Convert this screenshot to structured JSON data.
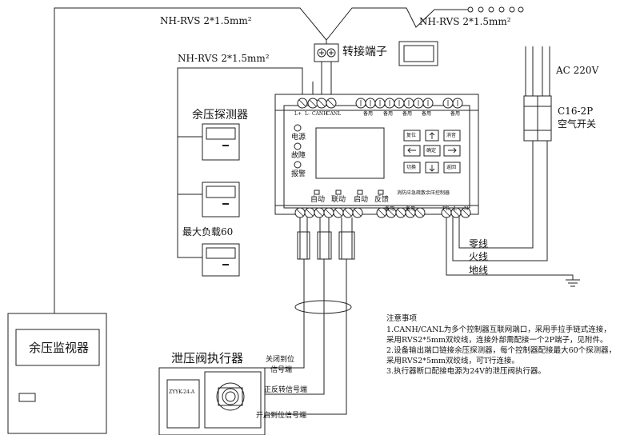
{
  "cables": {
    "top_left": "NH-RVS 2*1.5mm²",
    "top_right": "NH-RVS 2*1.5mm²",
    "left": "NH-RVS 2*1.5mm²"
  },
  "terminal_block_label": "转接端子",
  "power": {
    "ac": "AC 220V",
    "breaker": "C16-2P",
    "breaker_name": "空气开关",
    "neutral": "零线",
    "live": "火线",
    "ground": "地线"
  },
  "detector": {
    "label": "余压探测器",
    "max_load": "最大负载60"
  },
  "controller": {
    "title": "消防应急疏散余压控制器",
    "top_terminals": [
      "L+",
      "L-",
      "CANH",
      "CANL"
    ],
    "spare": "备用",
    "indicators": [
      "电源",
      "故障",
      "报警"
    ],
    "keys": [
      "复位",
      "",
      "消音",
      "",
      "确定",
      "",
      "切换",
      "",
      "返回"
    ],
    "status": [
      "自动",
      "联动",
      "启动",
      "反馈"
    ],
    "bottom_power_terminals": [
      "PE",
      "L",
      "N"
    ]
  },
  "monitor": {
    "label": "余压监视器"
  },
  "actuator": {
    "label": "泄压阀执行器",
    "model": "ZYYK-24-A",
    "signal_closed": "关闭到位",
    "signal_closed2": "信号端",
    "signal_rotate": "正反转信号端",
    "signal_open": "开启到位信号端"
  },
  "notes": {
    "title": "注意事项",
    "lines": [
      "1.CANH/CANL为多个控制器互联网端口，采用手拉手链式连接，",
      "采用RVS2*5mm双绞线，连接外部需配接一个2P端子，见附件。",
      "2.设备输出端口链接余压探测器，每个控制器配接最大60个探测器，",
      "采用RVS2*5mm双绞线，可T行连接。",
      "3.执行器断口配接电源为24V的泄压阀执行器。"
    ]
  }
}
